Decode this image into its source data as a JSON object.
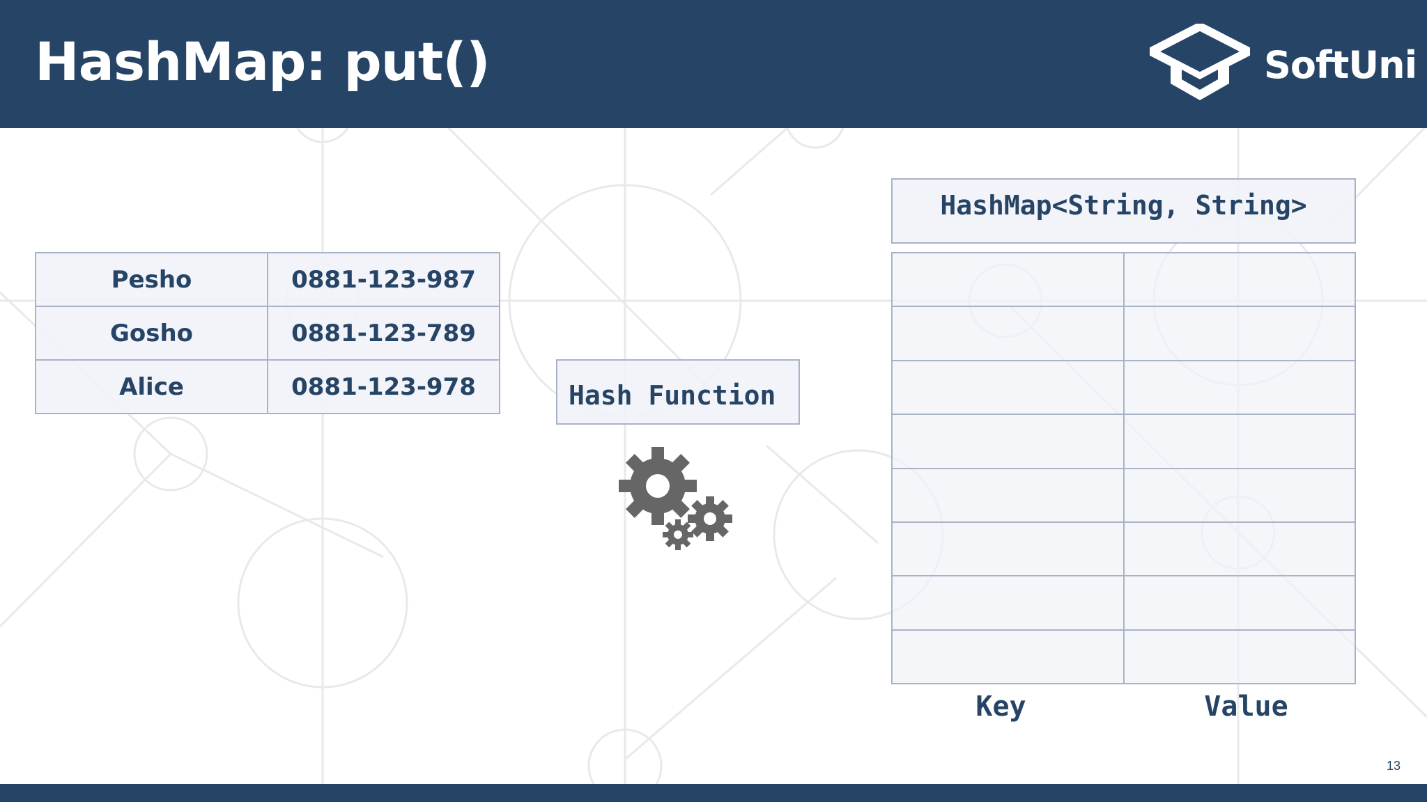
{
  "slide": {
    "title": "HashMap: put()",
    "page_number": "13"
  },
  "logo": {
    "text": "SoftUni",
    "icon": "softuni-cap-icon"
  },
  "input_table": {
    "rows": [
      {
        "key": "Pesho",
        "value": "0881-123-987"
      },
      {
        "key": "Gosho",
        "value": "0881-123-789"
      },
      {
        "key": "Alice",
        "value": "0881-123-978"
      }
    ]
  },
  "hash_function": {
    "label": "Hash Function",
    "icon": "gears-icon"
  },
  "hashmap": {
    "type_label": "HashMap<String, String>",
    "bucket_count": 8,
    "columns": {
      "key": "Key",
      "value": "Value"
    }
  },
  "colors": {
    "header_bg": "#264466",
    "text": "#264466",
    "cell_border": "#a9b3c8",
    "cell_bg": "#f0f2f8",
    "gear": "#666666"
  }
}
